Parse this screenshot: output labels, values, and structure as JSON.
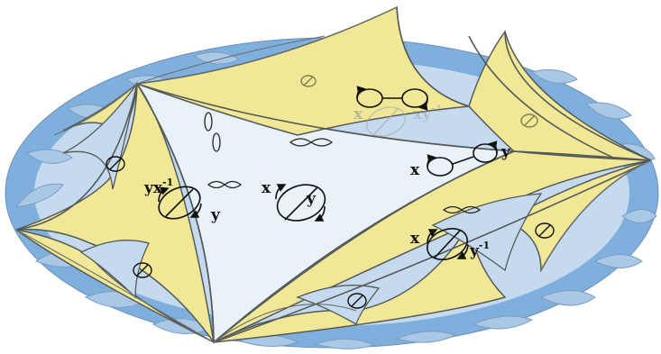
{
  "colors": {
    "background": "#ffffff",
    "disk_blue": "#7fb0dd",
    "pale_blue": "#c5daee",
    "very_pale": "#e9f1f9",
    "yellow": "#f0e897",
    "edge": "#555a58",
    "ink": "#111111"
  },
  "labels": {
    "center_x": "x",
    "center_y": "y",
    "left_yx": "yx",
    "left_yx_exp": "-1",
    "left_y": "y",
    "right_x": "x",
    "right_y": "y",
    "lower_right_x": "x",
    "lower_right_y": "y",
    "lower_right_y_exp": "-1",
    "ghost_x": "x",
    "ghost_xy": "xy",
    "ghost_xy_exp": "-1"
  },
  "icons": {
    "loop_arrow": "arrowhead-icon",
    "disk_cycle": "slashed-circle-icon"
  }
}
